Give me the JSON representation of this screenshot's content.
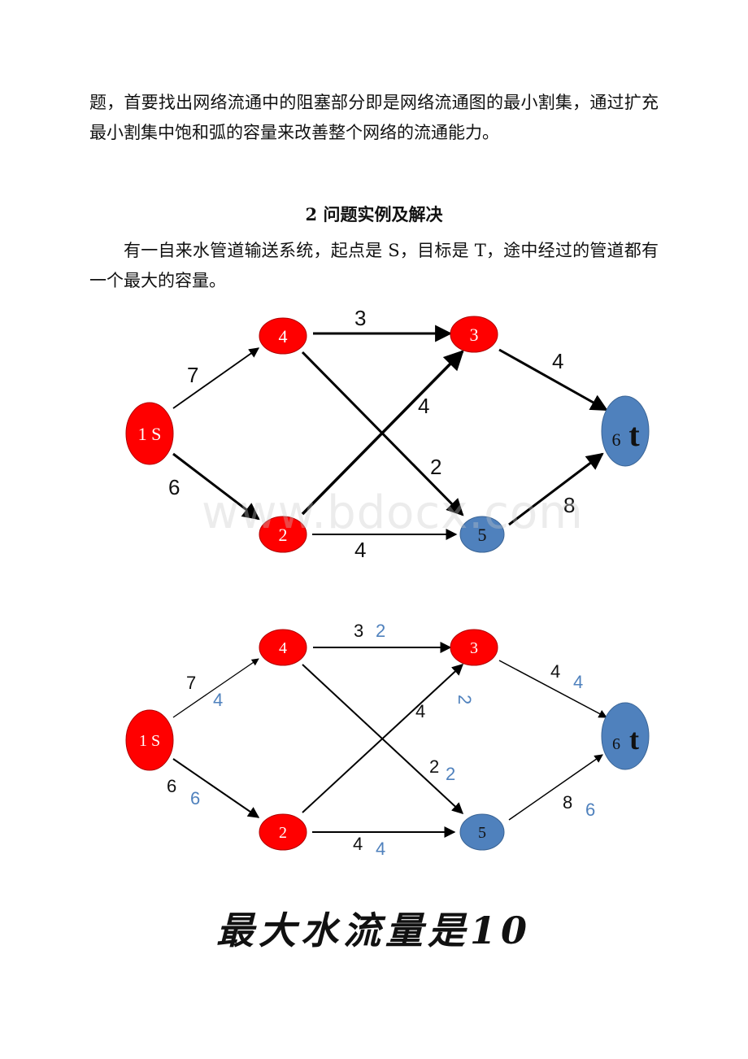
{
  "paragraph1": "题，首要找出网络流通中的阻塞部分即是网络流通图的最小割集，通过扩充最小割集中饱和弧的容量来改善整个网络的流通能力。",
  "heading": "2 问题实例及解决",
  "paragraph2": "有一自来水管道输送系统，起点是 S，目标是 T，途中经过的管道都有一个最大的容量。",
  "watermark": "www.bdocx.com",
  "caption": "最大水流量是10",
  "colors": {
    "source_nodes": "#ff0000",
    "sink_nodes": "#4f81bd",
    "flow_text": "#4f81bd"
  },
  "graph1": {
    "nodes": {
      "n1": "1 S",
      "n2": "2",
      "n3": "3",
      "n4": "4",
      "n5": "5",
      "n6_num": "6",
      "n6_t": "t"
    },
    "capacities": {
      "e14": "7",
      "e12": "6",
      "e43": "3",
      "e45": "2",
      "e23": "4",
      "e25": "4",
      "e36": "4",
      "e56": "8"
    }
  },
  "graph2": {
    "nodes": {
      "n1": "1 S",
      "n2": "2",
      "n3": "3",
      "n4": "4",
      "n5": "5",
      "n6_num": "6",
      "n6_t": "t"
    },
    "capacities": {
      "e14": "7",
      "e12": "6",
      "e43": "3",
      "e45": "2",
      "e23": "4",
      "e25": "4",
      "e36": "4",
      "e56": "8"
    },
    "flows": {
      "e14": "4",
      "e12": "6",
      "e43": "2",
      "e45": "2",
      "e23": "2",
      "e25": "4",
      "e36": "4",
      "e56": "6"
    }
  }
}
